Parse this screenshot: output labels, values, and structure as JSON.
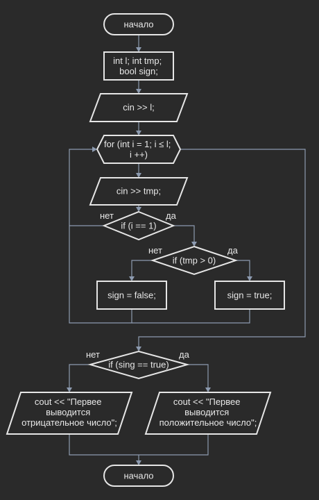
{
  "nodes": {
    "start": "начало",
    "declare": [
      "int l; int tmp;",
      "bool sign;"
    ],
    "input_l": "cin >> l;",
    "for_loop": [
      "for (int i = 1; i ≤ l;",
      "i ++)"
    ],
    "input_tmp": "cin >> tmp;",
    "if_i": "if (i == 1)",
    "if_tmp": "if (tmp > 0)",
    "sign_false": "sign = false;",
    "sign_true": "sign = true;",
    "if_sign": "if (sing == true)",
    "out_negative": [
      "cout << \"Первее",
      "выводится",
      "отрицательное число\";"
    ],
    "out_positive": [
      "cout << \"Первее",
      "выводится",
      "положительное число\";"
    ],
    "end": "начало"
  },
  "branches": {
    "if_i_no": "нет",
    "if_i_yes": "да",
    "if_tmp_no": "нет",
    "if_tmp_yes": "да",
    "if_sign_no": "нет",
    "if_sign_yes": "да"
  }
}
